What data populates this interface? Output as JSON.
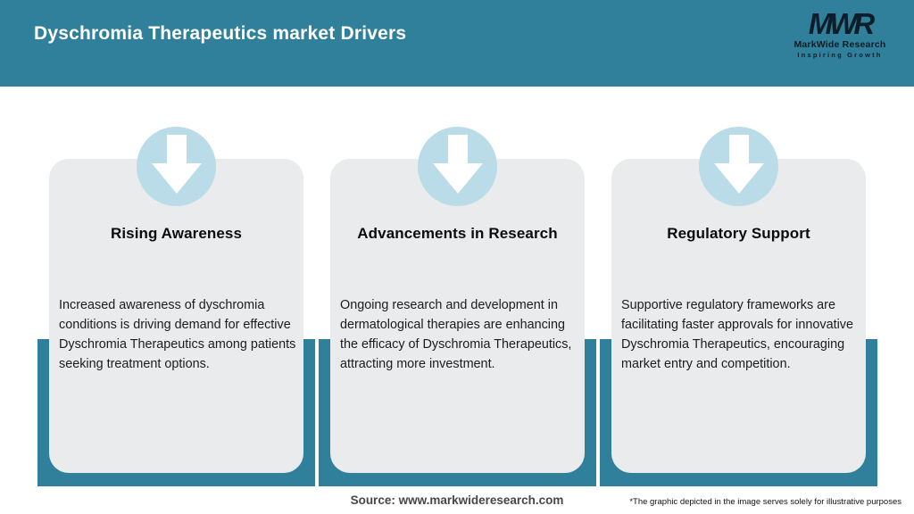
{
  "header": {
    "title": "Dyschromia Therapeutics market Drivers",
    "logo": {
      "monogram": "MWR",
      "name": "MarkWide Research",
      "tagline": "Inspiring Growth"
    }
  },
  "cards": [
    {
      "icon": "down-arrow-icon",
      "title": "Rising Awareness",
      "description": "Increased awareness of dyschromia conditions is driving demand for effective Dyschromia Therapeutics among patients seeking treatment options."
    },
    {
      "icon": "down-arrow-icon",
      "title": "Advancements in Research",
      "description": "Ongoing research and development in dermatological therapies are enhancing the efficacy of Dyschromia Therapeutics, attracting more investment."
    },
    {
      "icon": "down-arrow-icon",
      "title": "Regulatory Support",
      "description": "Supportive regulatory frameworks are facilitating faster approvals for innovative Dyschromia Therapeutics, encouraging market entry and competition."
    }
  ],
  "footer": {
    "source": "Source: www.markwideresearch.com",
    "disclaimer": "*The graphic depicted in the image serves solely for illustrative purposes"
  },
  "colors": {
    "teal": "#31809B",
    "circle_blue": "#B9DCE8",
    "card_gray": "#E9EBEC",
    "arrow_white": "#FFFFFF",
    "logo_dark": "#0D1D2A"
  }
}
